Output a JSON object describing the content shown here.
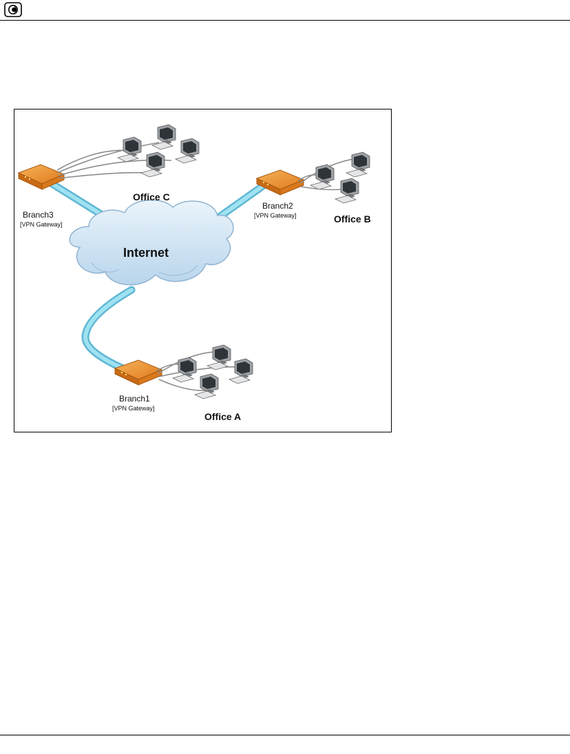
{
  "header": {
    "logo_icon": "circle-moon-logo-icon"
  },
  "diagram": {
    "cloud": {
      "label": "Internet",
      "icon": "cloud-icon"
    },
    "branches": [
      {
        "id": "branch3",
        "label": "Branch3",
        "sublabel": "[VPN Gateway]",
        "office": "Office C",
        "icon": "router-icon"
      },
      {
        "id": "branch2",
        "label": "Branch2",
        "sublabel": "[VPN Gateway]",
        "office": "Office B",
        "icon": "router-icon"
      },
      {
        "id": "branch1",
        "label": "Branch1",
        "sublabel": "[VPN Gateway]",
        "office": "Office A",
        "icon": "router-icon"
      }
    ],
    "colors": {
      "link": "#7fd4ea",
      "router": "#e8892a",
      "cloud": "#cfe3f3",
      "computer": "#8a8d90"
    }
  }
}
